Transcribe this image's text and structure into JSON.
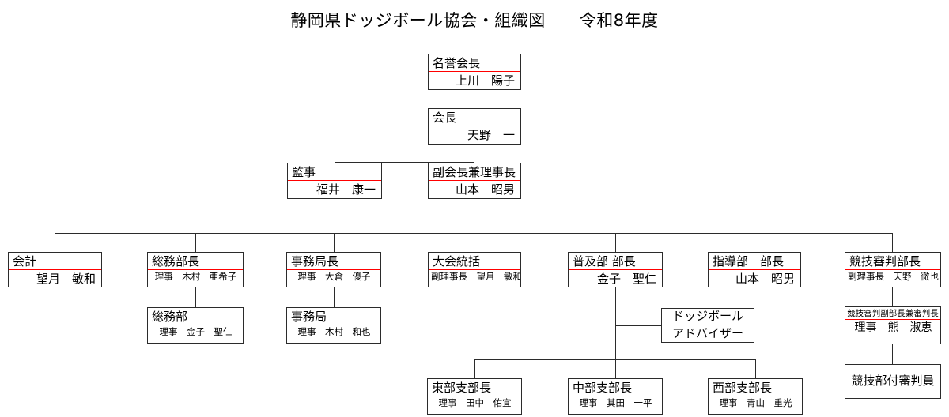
{
  "page": {
    "title": "静岡県ドッジボール協会・組織図　　令和8年度",
    "accent_color": "#ff0000",
    "line_color": "#2b2b2b",
    "background": "#ffffff"
  },
  "nodes": {
    "honorary_chair": {
      "title": "名誉会長",
      "person": "上川　陽子"
    },
    "chair": {
      "title": "会長",
      "person": "天野　一"
    },
    "auditor": {
      "title": "監事",
      "person": "福井　康一"
    },
    "vice_chair": {
      "title": "副会長兼理事長",
      "person": "山本　昭男"
    },
    "accounting": {
      "title": "会計",
      "person": "望月　敏和"
    },
    "general_affairs_head": {
      "title": "総務部長",
      "person": "理事　木村　亜希子"
    },
    "general_affairs": {
      "title": "総務部",
      "person": "理事　金子　聖仁"
    },
    "secretariat_head": {
      "title": "事務局長",
      "person": "理事　大倉　優子"
    },
    "secretariat": {
      "title": "事務局",
      "person": "理事　木村　和也"
    },
    "tournament_control": {
      "title": "大会統括",
      "person": "副理事長　望月　敏和"
    },
    "promotion_head": {
      "title": "普及部 部長",
      "person": "金子　聖仁"
    },
    "advisor": {
      "text": "ドッジボール\nアドバイザー"
    },
    "coaching_head": {
      "title": "指導部　部長",
      "person": "山本　昭男"
    },
    "referee_head": {
      "title": "競技審判部長",
      "person": "副理事長　天野　徹也"
    },
    "referee_deputy": {
      "title": "競技審判副部長兼審判長",
      "person": "理事　熊　淑恵"
    },
    "referee_staff": {
      "text": "競技部付審判員"
    },
    "east_branch": {
      "title": "東部支部長",
      "person": "理事　田中　佑宜"
    },
    "central_branch": {
      "title": "中部支部長",
      "person": "理事　其田　一平"
    },
    "west_branch": {
      "title": "西部支部長",
      "person": "理事　青山　重光"
    }
  }
}
